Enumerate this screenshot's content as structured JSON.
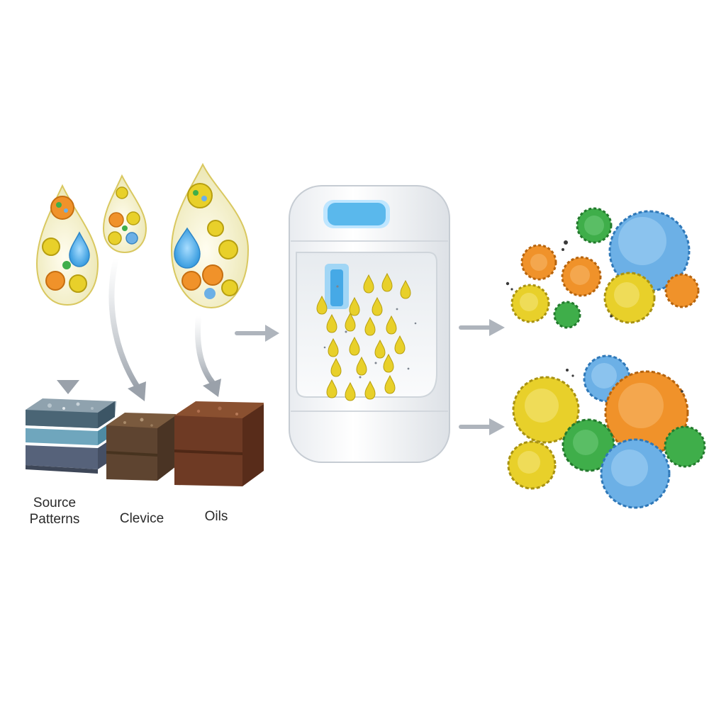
{
  "labels": {
    "source_line1": "Source",
    "source_line2": "Patterns",
    "device": "Clevice",
    "oils": "Oils"
  },
  "colors": {
    "drop_fill": "#f3f1c6",
    "drop_outline": "#d8c65a",
    "arrow": "#aeb4bc",
    "device_body": "#f2f4f7",
    "device_window": "#5ab8ec",
    "cluster_orange": "#f0922a",
    "cluster_yellow": "#e8d02a",
    "cluster_green": "#3fae4a",
    "cluster_blue": "#6cb0e6",
    "block_slate": "#5b7585",
    "block_soil": "#5e4430",
    "block_brick": "#6e3a24"
  },
  "icons": [
    "droplet-icon",
    "device-icon",
    "particle-cluster-icon",
    "sediment-block-icon",
    "arrow-icon"
  ]
}
